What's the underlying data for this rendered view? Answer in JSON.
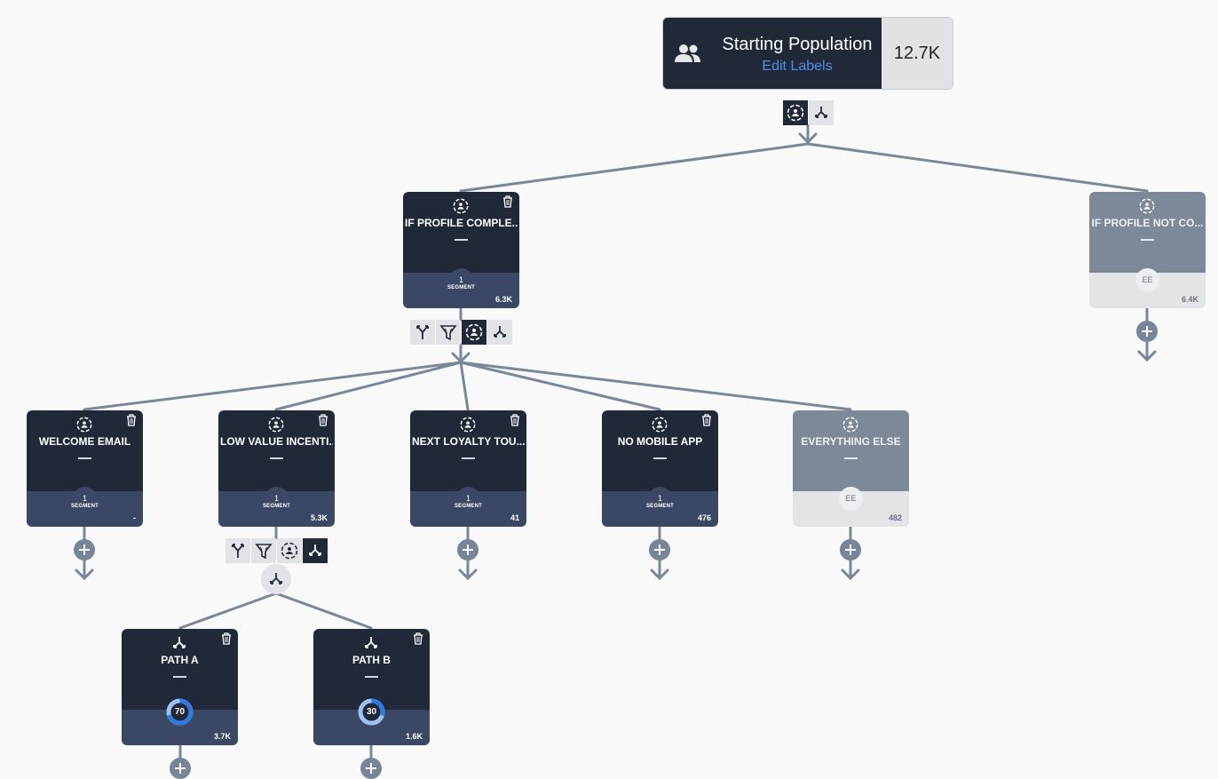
{
  "start": {
    "title": "Starting Population",
    "edit_label": "Edit Labels",
    "count": "12.7K",
    "icon": "people-icon"
  },
  "segment_word": "SEGMENT",
  "nodes": {
    "profile_complete": {
      "label": "IF PROFILE COMPLE...",
      "dash": "—",
      "segments": "1",
      "count": "6.3K",
      "icon": "segment-target-icon"
    },
    "profile_not_complete": {
      "label": "IF PROFILE NOT CO...",
      "dash": "—",
      "ee": "EE",
      "count": "6.4K",
      "icon": "segment-target-icon"
    },
    "welcome_email": {
      "label": "WELCOME EMAIL",
      "dash": "—",
      "segments": "1",
      "count": "-",
      "icon": "segment-target-icon"
    },
    "low_value": {
      "label": "LOW VALUE INCENTI...",
      "dash": "—",
      "segments": "1",
      "count": "5.3K",
      "icon": "segment-target-icon"
    },
    "next_loyalty": {
      "label": "NEXT LOYALTY TOU...",
      "dash": "—",
      "segments": "1",
      "count": "41",
      "icon": "segment-target-icon"
    },
    "no_mobile_app": {
      "label": "NO MOBILE APP",
      "dash": "—",
      "segments": "1",
      "count": "476",
      "icon": "segment-target-icon"
    },
    "everything_else": {
      "label": "EVERYTHING ELSE",
      "dash": "—",
      "ee": "EE",
      "count": "482",
      "icon": "segment-target-icon"
    },
    "path_a": {
      "label": "PATH A",
      "dash": "—",
      "percent": 70,
      "count": "3.7K",
      "icon": "split-icon"
    },
    "path_b": {
      "label": "PATH B",
      "dash": "—",
      "percent": 30,
      "count": "1.6K",
      "icon": "split-icon"
    }
  },
  "toolbar_icons": [
    "merge-icon",
    "filter-icon",
    "segment-target-icon",
    "split-icon"
  ],
  "colors": {
    "node_dark": "#212939",
    "node_bottom": "#3a4866",
    "node_grey": "#7d8898",
    "wire": "#7b8799",
    "link_blue": "#4d8fea"
  }
}
